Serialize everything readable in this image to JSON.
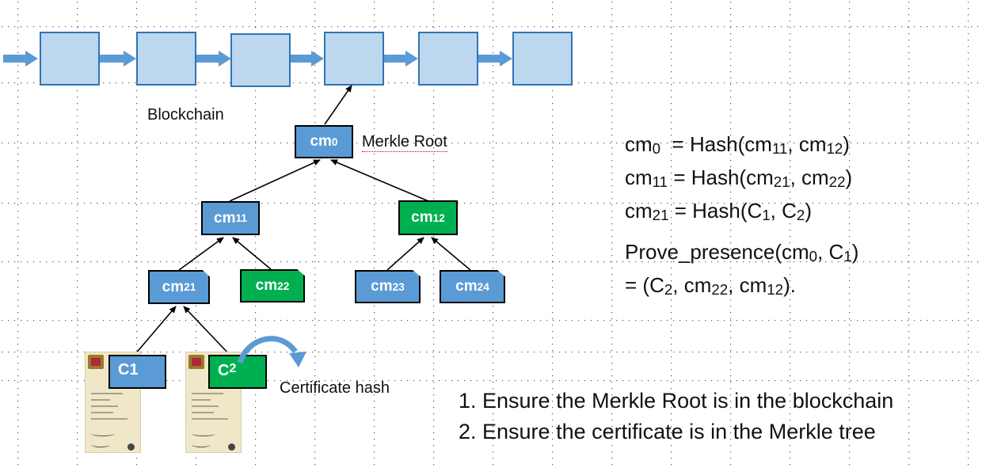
{
  "labels": {
    "blockchain": "Blockchain",
    "merkle_root": "Merkle Root",
    "certificate_hash": "Certificate hash"
  },
  "tree": {
    "root": {
      "base": "cm",
      "sub": "0"
    },
    "l1_left": {
      "base": "cm",
      "sub": "11"
    },
    "l1_right": {
      "base": "cm",
      "sub": "12"
    },
    "l2_a": {
      "base": "cm",
      "sub": "21"
    },
    "l2_b": {
      "base": "cm",
      "sub": "22"
    },
    "l2_c": {
      "base": "cm",
      "sub": "23"
    },
    "l2_d": {
      "base": "cm",
      "sub": "24"
    },
    "leaf1": {
      "base": "C",
      "sub": "1"
    },
    "leaf2": {
      "base": "C",
      "sub": "2"
    }
  },
  "equations": [
    {
      "lhs": "cm",
      "lhs_sub": "0",
      "rhs_a": "= Hash(cm",
      "a_sub": "11",
      "mid": ", cm",
      "b_sub": "12",
      "end": ")"
    },
    {
      "lhs": "cm",
      "lhs_sub": "11",
      "rhs_a": "= Hash(cm",
      "a_sub": "21",
      "mid": ", cm",
      "b_sub": "22",
      "end": ")"
    },
    {
      "lhs": "cm",
      "lhs_sub": "21",
      "rhs_a": "= Hash(C",
      "a_sub": "1",
      "mid": ", C",
      "b_sub": "2",
      "end": ")"
    }
  ],
  "proof": {
    "line1_a": "Prove_presence(cm",
    "line1_sub1": "0",
    "line1_b": ", C",
    "line1_sub2": "1",
    "line1_c": ")",
    "line2_a": "= (C",
    "line2_sub1": "2",
    "line2_b": ", cm",
    "line2_sub2": "22",
    "line2_c": ", cm",
    "line2_sub3": "12",
    "line2_d": ")."
  },
  "steps": [
    "1. Ensure the Merkle Root is in the blockchain",
    "2. Ensure the certificate is in the Merkle tree"
  ],
  "colors": {
    "block_fill": "#bdd7ee",
    "block_border": "#2e75b6",
    "arrow_fill": "#5b9bd5",
    "node_blue": "#5b9bd5",
    "node_green": "#00b050"
  }
}
